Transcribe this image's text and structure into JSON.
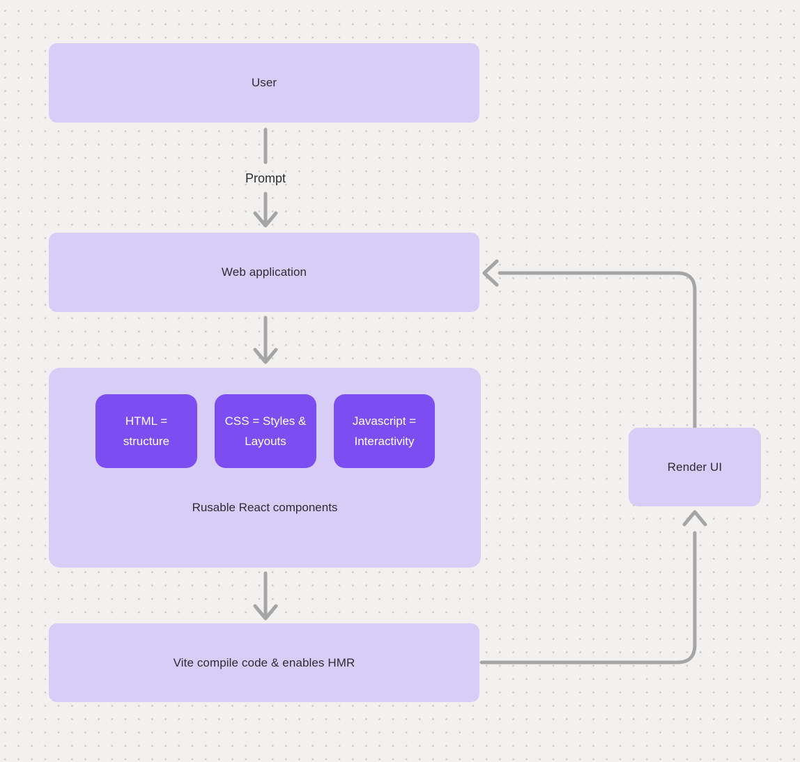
{
  "colors": {
    "background": "#f2f1ef",
    "dot": "#c9c8c6",
    "node_fill": "#d7cdf7",
    "accent_fill": "#7c4df0",
    "connector": "#a5a5a5",
    "text_dark": "#2d2d32",
    "text_light": "#ffffff"
  },
  "nodes": {
    "user": {
      "label": "User"
    },
    "web_application": {
      "label": "Web application"
    },
    "components_container": {
      "label": "Rusable React components"
    },
    "html": {
      "label": "HTML = structure"
    },
    "css": {
      "label": "CSS = Styles & Layouts"
    },
    "javascript": {
      "label": "Javascript = Interactivity"
    },
    "vite": {
      "label": "Vite compile code & enables HMR"
    },
    "render_ui": {
      "label": "Render UI"
    }
  },
  "edges": {
    "prompt_label": "Prompt"
  }
}
